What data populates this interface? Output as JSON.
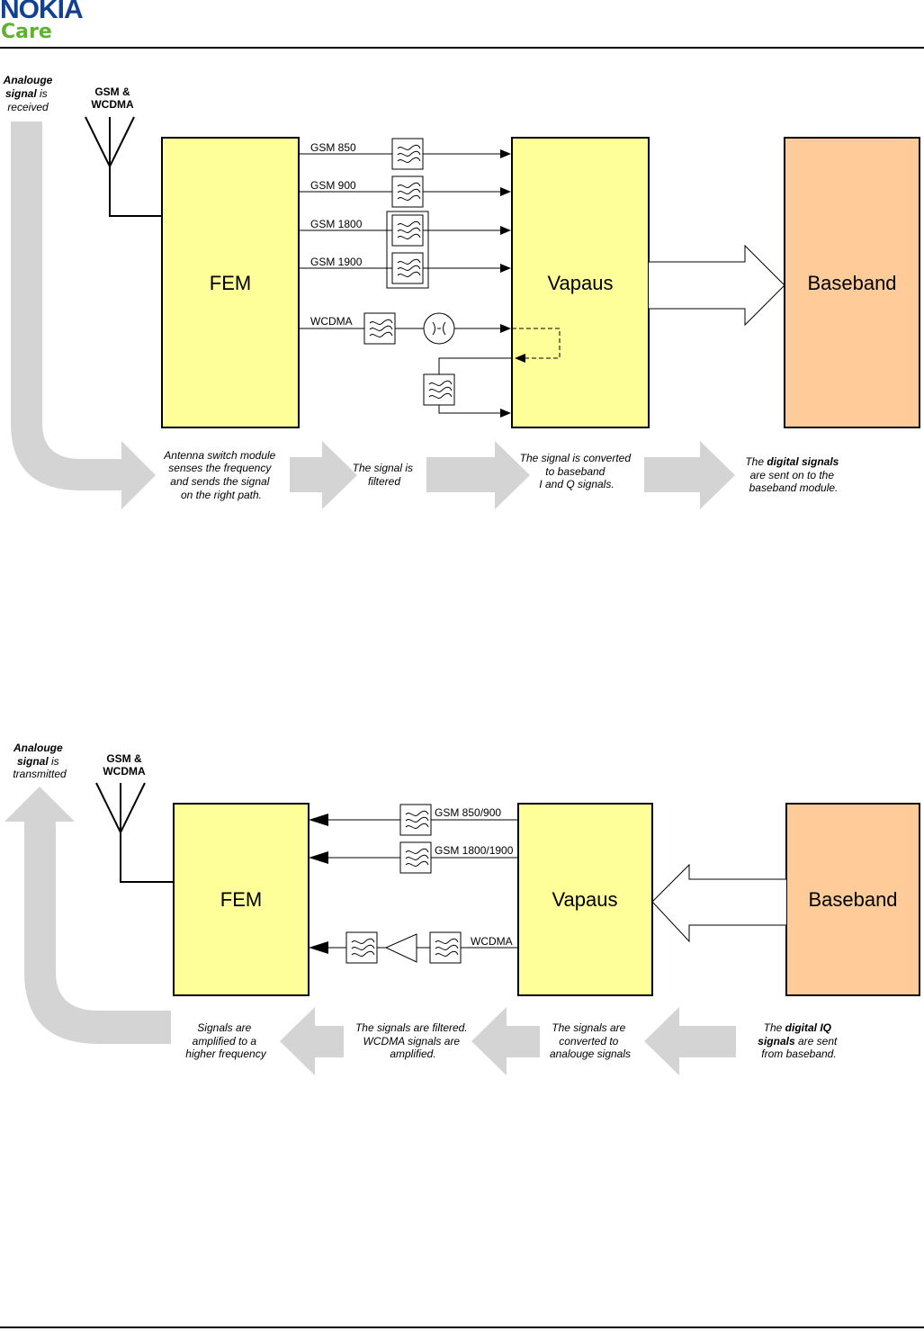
{
  "header": {
    "logo_brand": "NOKIA",
    "logo_sub": "Care"
  },
  "colors": {
    "block_fill": "#ffff99",
    "baseband_fill": "#ffcc99",
    "flow_arrow": "#d4d4d4",
    "line": "#000000",
    "brand_blue": "#124191",
    "brand_green": "#5fb230"
  },
  "rx": {
    "start": {
      "bold": "Analouge signal",
      "rest": "is received"
    },
    "antenna_label": "GSM & WCDMA",
    "blocks": {
      "fem": "FEM",
      "vapaus": "Vapaus",
      "baseband": "Baseband"
    },
    "signals": [
      "GSM 850",
      "GSM 900",
      "GSM 1800",
      "GSM 1900",
      "WCDMA"
    ],
    "captions": [
      "Antenna switch module senses the frequency and sends the signal on the right path.",
      "The signal is filtered",
      "The signal is converted to baseband I and Q signals.",
      "The digital signals are sent on to the baseband module."
    ]
  },
  "tx": {
    "start": {
      "bold": "Analouge signal",
      "rest": "is transmitted"
    },
    "antenna_label": "GSM & WCDMA",
    "blocks": {
      "fem": "FEM",
      "vapaus": "Vapaus",
      "baseband": "Baseband"
    },
    "signals": [
      "GSM 850/900",
      "GSM 1800/1900",
      "WCDMA"
    ],
    "captions": [
      "Signals are amplified to a higher frequency",
      "The signals are filtered. WCDMA signals are amplified.",
      "The signals are converted to analouge signals",
      "The digital IQ signals are sent from baseband."
    ]
  }
}
